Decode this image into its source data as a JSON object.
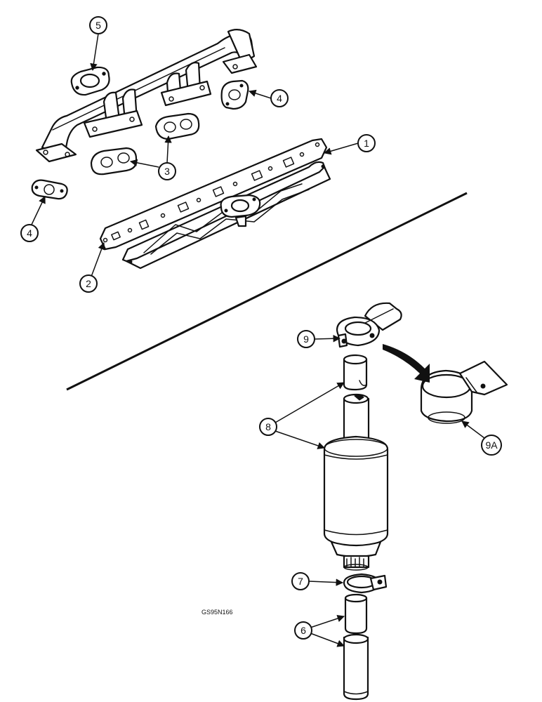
{
  "callouts": {
    "c1": "1",
    "c2": "2",
    "c3": "3",
    "c4a": "4",
    "c4b": "4",
    "c5": "5",
    "c6": "6",
    "c7": "7",
    "c8": "8",
    "c9": "9",
    "c9a": "9A"
  },
  "figure_code": "GS95N166"
}
